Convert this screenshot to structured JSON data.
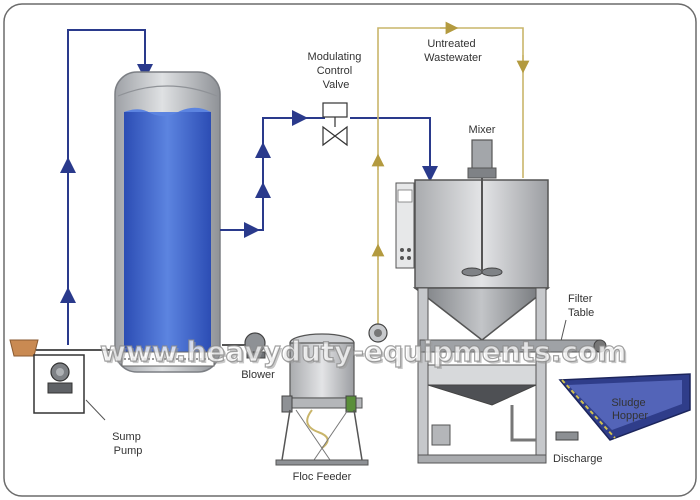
{
  "labels": {
    "modulating_valve": [
      "Modulating",
      "Control",
      "Valve"
    ],
    "untreated": [
      "Untreated",
      "Wastewater"
    ],
    "mixer": "Mixer",
    "filter_table": [
      "Filter",
      "Table"
    ],
    "blower": "Blower",
    "sump_pump": [
      "Sump",
      "Pump"
    ],
    "floc_feeder": "Floc Feeder",
    "sludge_hopper": [
      "Sludge",
      "Hopper"
    ],
    "discharge": "Discharge"
  },
  "watermark": "www.heavyduty-equipments.com",
  "colors": {
    "pipe_blue": "#2a3a8c",
    "pipe_yellow": "#c9b56a",
    "water": "#3f64c8",
    "tank_gray": "#b7b9bc",
    "hopper_blue": "#2f3d8a"
  }
}
